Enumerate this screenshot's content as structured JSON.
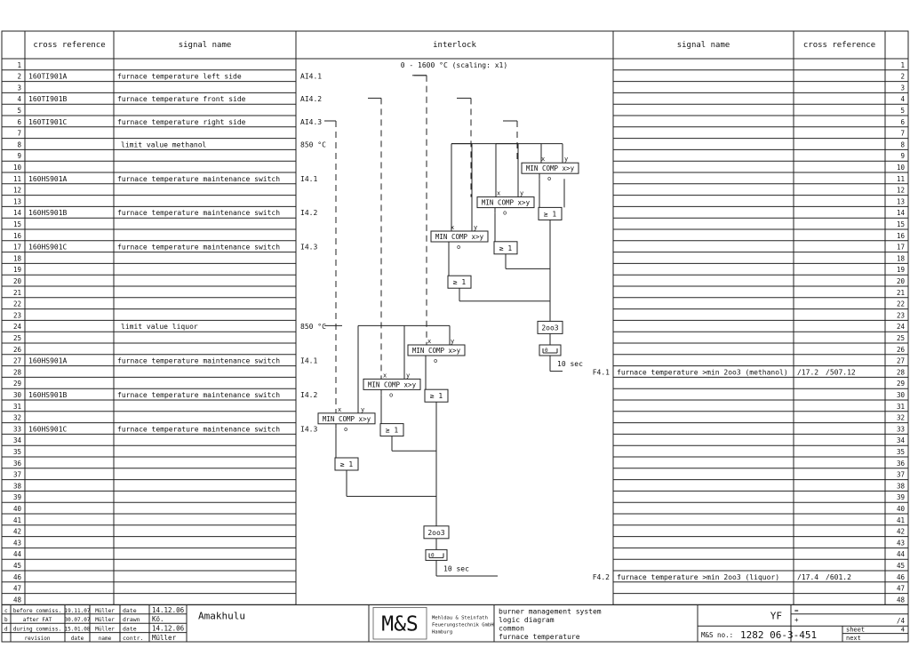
{
  "header": {
    "left_crossref": "cross reference",
    "left_signal": "signal name",
    "interlock": "interlock",
    "right_signal": "signal name",
    "right_crossref": "cross reference"
  },
  "scaling": "0 - 1600 °C (scaling: x1)",
  "left_rows": [
    {
      "row": 2,
      "xref": "160TI901A",
      "signal": "furnace temperature left side",
      "io": "AI4.1"
    },
    {
      "row": 4,
      "xref": "160TI901B",
      "signal": "furnace temperature front side",
      "io": "AI4.2"
    },
    {
      "row": 6,
      "xref": "160TI901C",
      "signal": "furnace temperature right side",
      "io": "AI4.3"
    },
    {
      "row": 8,
      "xref": "",
      "signal": "limit value methanol",
      "io": "850 °C"
    },
    {
      "row": 11,
      "xref": "160HS901A",
      "signal": "furnace temperature maintenance switch",
      "io": "I4.1"
    },
    {
      "row": 14,
      "xref": "160HS901B",
      "signal": "furnace temperature maintenance switch",
      "io": "I4.2"
    },
    {
      "row": 17,
      "xref": "160HS901C",
      "signal": "furnace temperature maintenance switch",
      "io": "I4.3"
    },
    {
      "row": 24,
      "xref": "",
      "signal": "limit value liquor",
      "io": "850 °C"
    },
    {
      "row": 27,
      "xref": "160HS901A",
      "signal": "furnace temperature maintenance switch",
      "io": "I4.1"
    },
    {
      "row": 30,
      "xref": "160HS901B",
      "signal": "furnace temperature maintenance switch",
      "io": "I4.2"
    },
    {
      "row": 33,
      "xref": "160HS901C",
      "signal": "furnace temperature maintenance switch",
      "io": "I4.3"
    }
  ],
  "right_rows": [
    {
      "row": 28,
      "tag": "F4.1",
      "signal": "furnace temperature >min 2oo3 (methanol)",
      "xref1": "/17.2",
      "xref2": "/507.12"
    },
    {
      "row": 46,
      "tag": "F4.2",
      "signal": "furnace temperature >min 2oo3 (liquor)",
      "xref1": "/17.4",
      "xref2": "/601.2"
    }
  ],
  "blocks": {
    "min_comp": "MIN COMP  x>y",
    "port_x": "x",
    "port_y": "y",
    "port_o": "o",
    "or_gate": "≥ 1",
    "vote": "2oo3",
    "delay": "10 sec"
  },
  "revisions": [
    {
      "letter": "c",
      "text": "before commiss.",
      "date": "19.11.07",
      "name": "Müller"
    },
    {
      "letter": "b",
      "text": "after FAT",
      "date": "30.07.07",
      "name": "Müller"
    },
    {
      "letter": "d",
      "text": "during commiss.",
      "date": "15.01.08",
      "name": "Müller"
    }
  ],
  "revision_labels": {
    "revision": "revision",
    "date": "date",
    "name": "name"
  },
  "signoff": [
    {
      "label": "date",
      "value": "14.12.06"
    },
    {
      "label": "drawn",
      "value": "Kö."
    },
    {
      "label": "date",
      "value": "14.12.06"
    },
    {
      "label": "contr.",
      "value": "Müller"
    }
  ],
  "customer": "Amakhulu",
  "company_logo": "M&S",
  "company": [
    "Mehldau & Steinfath",
    "Feuerungstechnik GmbH",
    "Hamburg"
  ],
  "title_lines": [
    "burner management system",
    "logic diagram",
    "common",
    "furnace temperature"
  ],
  "yf": "YF",
  "eq_sign": "=",
  "plus_sign": "+",
  "slash4": "/4",
  "ms_label": "M&S no.:",
  "ms_number": "1282 06-3-451",
  "sheet_label": "sheet",
  "sheet_value": "4",
  "next_label": "next"
}
